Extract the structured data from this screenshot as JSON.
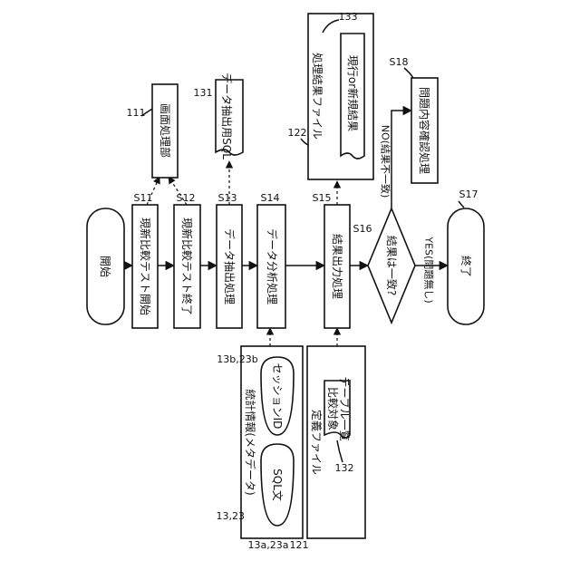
{
  "nodes": {
    "start": "開始",
    "s11": "現新比較テスト開始",
    "s12": "現新比較テスト終了",
    "s13": "データ抽出処理",
    "s14": "データ分析処理",
    "s15": "結果出力処理",
    "s16": "結果は一致?",
    "s17": "終了",
    "s18": "問題内容確認処理",
    "screen": "画面処理部",
    "sql_doc": "データ抽出用SQL",
    "result_file": "処理結果ファイル",
    "result_doc": "現行or新規結果",
    "stats_group": "統計情報(メタデータ)",
    "sql_stmt": "SQL文",
    "session_id": "セッションID",
    "def_file": "定義ファイル",
    "cmp_doc_1": "比較対象",
    "cmp_doc_2": "テーブル一覧"
  },
  "branches": {
    "no": "NO(結果不一致)",
    "yes": "YES(問題無し)"
  },
  "refs": {
    "s11": "S11",
    "s12": "S12",
    "s13": "S13",
    "s14": "S14",
    "s15": "S15",
    "s16": "S16",
    "s17": "S17",
    "s18": "S18",
    "r111": "111",
    "r131": "131",
    "r122": "122",
    "r133": "133",
    "r13_23": "13,23",
    "r13a": "13a,23a",
    "r13b": "13b,23b",
    "r121": "121",
    "r132": "132"
  }
}
